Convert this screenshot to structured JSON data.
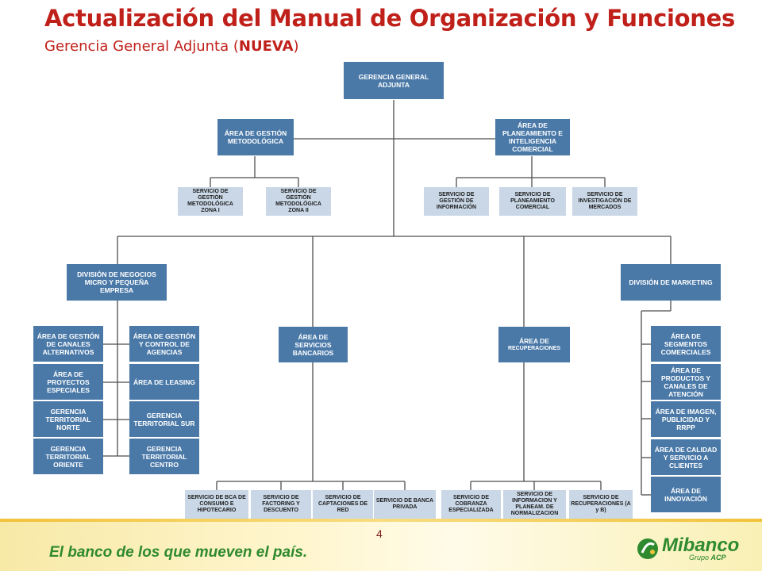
{
  "header": {
    "title": "Actualización del Manual de Organización y Funciones",
    "subtitle_prefix": "Gerencia General Adjunta (",
    "subtitle_bold": "NUEVA",
    "subtitle_suffix": ")"
  },
  "org": {
    "root": "GERENCIA GENERAL ADJUNTA",
    "gestion_metodologica": "ÁREA DE GESTIÓN METODOLÓGICA",
    "sgm_zona1": "SERVICIO DE GESTIÓN METODOLÓGICA ZONA I",
    "sgm_zona2": "SERVICIO DE GESTIÓN METODOLÓGICA ZONA II",
    "planeamiento": "ÁREA DE PLANEAMIENTO E INTELIGENCIA COMERCIAL",
    "svc_gestion_info": "SERVICIO DE GESTIÓN DE INFORMACIÓN",
    "svc_planeamiento": "SERVICIO DE PLANEAMIENTO COMERCIAL",
    "svc_investigacion": "SERVICIO DE INVESTIGACIÓN DE MERCADOS",
    "div_negocios": "DIVISIÓN DE NEGOCIOS MICRO Y PEQUEÑA EMPRESA",
    "canales_alternativos": "ÁREA DE GESTIÓN DE CANALES ALTERNATIVOS",
    "proyectos_especiales": "ÁREA DE PROYECTOS ESPECIALES",
    "territorial_norte": "GERENCIA TERRITORIAL NORTE",
    "territorial_oriente": "GERENCIA TERRITORIAL ORIENTE",
    "control_agencias": "ÁREA DE GESTIÓN Y CONTROL DE AGENCIAS",
    "leasing": "ÁREA DE LEASING",
    "territorial_sur": "GERENCIA TERRITORIAL SUR",
    "territorial_centro": "GERENCIA TERRITORIAL CENTRO",
    "servicios_bancarios": "ÁREA DE SERVICIOS BANCARIOS",
    "svc_bca_consumo": "SERVICIO DE BCA DE CONSUMO E HIPOTECARIO",
    "svc_factoring": "SERVICIO DE FACTORING Y DESCUENTO",
    "svc_captaciones": "SERVICIO DE CAPTACIONES DE RED",
    "svc_banca_privada": "SERVICIO DE BANCA PRIVADA",
    "recuperaciones_line1": "ÁREA DE",
    "recuperaciones_line2": "RECUPERACIONES",
    "svc_cobranza": "SERVICIO DE COBRANZA ESPECIALIZADA",
    "svc_informacion": "SERVICIO DE INFORMACION Y PLANEAM. DE NORMALIZACION",
    "svc_recuperaciones": "SERVICIO DE RECUPERACIONES (A y B)",
    "div_marketing": "DIVISIÓN DE MARKETING",
    "segmentos": "ÁREA DE SEGMENTOS COMERCIALES",
    "productos": "ÁREA DE PRODUCTOS Y CANALES DE ATENCIÓN",
    "imagen": "ÁREA DE IMAGEN, PUBLICIDAD Y RRPP",
    "calidad": "ÁREA DE CALIDAD Y SERVICIO A CLIENTES",
    "innovacion": "ÁREA DE INNOVACIÓN"
  },
  "footer": {
    "page_number": "4",
    "slogan": "El banco de los que mueven el país.",
    "brand": "Mibanco",
    "group_prefix": "Grupo ",
    "group_bold": "ACP"
  },
  "colors": {
    "title": "#c0201a",
    "box": "#4a79a8",
    "service_box": "#c9d7e6",
    "slogan": "#2e8a2e"
  }
}
